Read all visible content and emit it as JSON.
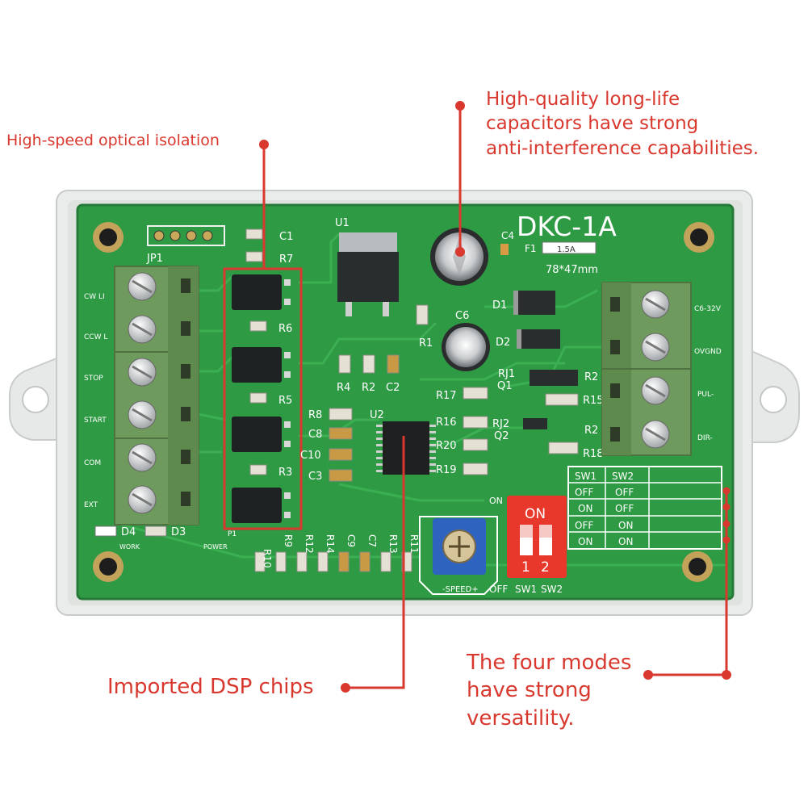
{
  "annotations": {
    "optical": "High-speed optical isolation",
    "capacitors": [
      "High-quality long-life",
      "capacitors have strong",
      "anti-interference capabilities."
    ],
    "dsp": "Imported DSP chips",
    "modes": [
      "The four modes",
      "have strong",
      "versatility."
    ]
  },
  "board": {
    "model": "DKC-1A",
    "size": "78*47mm",
    "fuse": "F1",
    "fuse_label": "1.5A",
    "jumper": "JP1",
    "left_terminals": [
      "CW LI",
      "CCW L",
      "STOP",
      "START",
      "COM",
      "EXT"
    ],
    "right_terminals": [
      "C6-32V",
      "OVGND",
      "PUL-",
      "DIR-"
    ],
    "led_labels": [
      "D4",
      "D3"
    ],
    "work_label": "WORK",
    "power_label": "POWER",
    "p1_label": "P1",
    "components": {
      "u1": "U1",
      "u2": "U2",
      "c1": "C1",
      "c4": "C4",
      "c6": "C6",
      "r7": "R7",
      "r6": "R6",
      "r5": "R5",
      "r3": "R3",
      "r4": "R4",
      "r2a": "R2",
      "c2": "C2",
      "r1": "R1",
      "d1": "D1",
      "d2": "D2",
      "rj1": "RJ1",
      "rj2": "RJ2",
      "q1": "Q1",
      "q2": "Q2",
      "r2b": "R2",
      "r2c": "R2",
      "r15": "R15",
      "r18": "R18",
      "r17": "R17",
      "r16": "R16",
      "r20": "R20",
      "r19": "R19",
      "r8": "R8",
      "c8": "C8",
      "c10": "C10",
      "c3": "C3",
      "r10": "R10",
      "r9": "R9",
      "r12": "R12",
      "r14": "R14",
      "c9": "C9",
      "c7": "C7",
      "r13": "R13",
      "r11": "R11"
    },
    "speed_label": "-SPEED+",
    "dip": {
      "on": "ON",
      "off": "OFF",
      "sw1": "SW1",
      "sw2": "SW2",
      "num1": "1",
      "num2": "2"
    },
    "mode_table": {
      "headers": [
        "SW1",
        "SW2"
      ],
      "rows": [
        [
          "OFF",
          "OFF"
        ],
        [
          "ON",
          "OFF"
        ],
        [
          "OFF",
          "ON"
        ],
        [
          "ON",
          "ON"
        ]
      ]
    }
  },
  "colors": {
    "accent": "#d9382f",
    "pcb": "#2f9a44",
    "terminal": "#6f9a5d",
    "enclosure": "#e9ecea",
    "dip": "#e8382c",
    "pot": "#2f63c0"
  }
}
